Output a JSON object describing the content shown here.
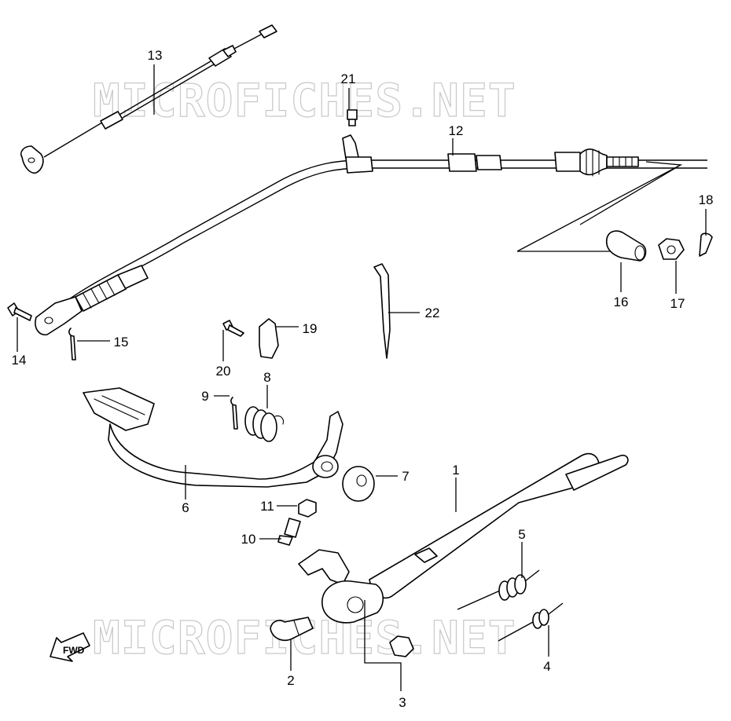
{
  "watermark_text": "MICROFICHES.NET",
  "direction_label": "FWD",
  "callouts": [
    "1",
    "2",
    "3",
    "4",
    "5",
    "6",
    "7",
    "8",
    "9",
    "10",
    "11",
    "12",
    "13",
    "14",
    "15",
    "16",
    "17",
    "18",
    "19",
    "20",
    "21",
    "22"
  ]
}
